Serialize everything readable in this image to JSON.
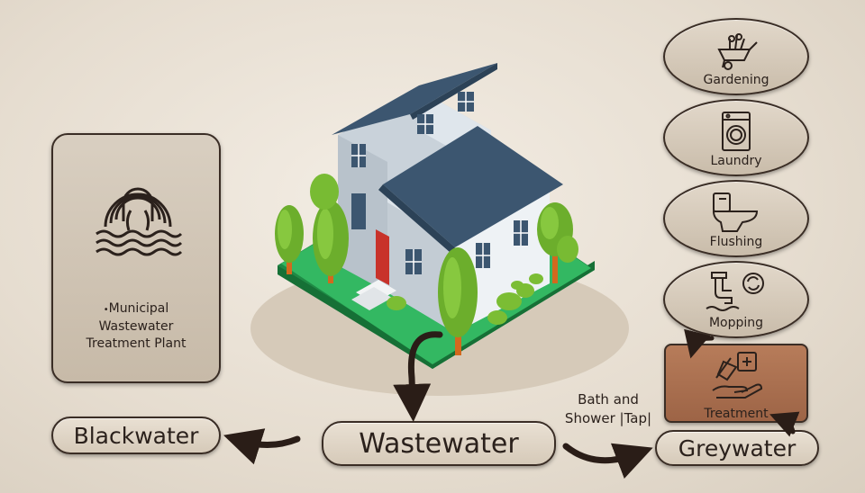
{
  "nodes": {
    "blackwater": "Blackwater",
    "wastewater": "Wastewater",
    "greywater": "Greywater"
  },
  "plant": {
    "bullet": "•",
    "line1": "Municipal",
    "line2": "Wastewater",
    "line3": "Treatment Plant"
  },
  "sources": {
    "line1": "Bath and",
    "line2": "Shower |Tap|"
  },
  "uses": [
    {
      "label": "Gardening",
      "icon": "wheelbarrow-icon"
    },
    {
      "label": "Laundry",
      "icon": "washing-machine-icon"
    },
    {
      "label": "Flushing",
      "icon": "toilet-icon"
    },
    {
      "label": "Mopping",
      "icon": "pipe-faucet-icon"
    }
  ],
  "treatment": {
    "label": "Treatment",
    "icon": "syringe-hand-icon"
  },
  "colors": {
    "accent_treatment": "#a86b4c",
    "arrow": "#2a1d17",
    "roof": "#3c5670",
    "grass": "#2eae5a"
  }
}
